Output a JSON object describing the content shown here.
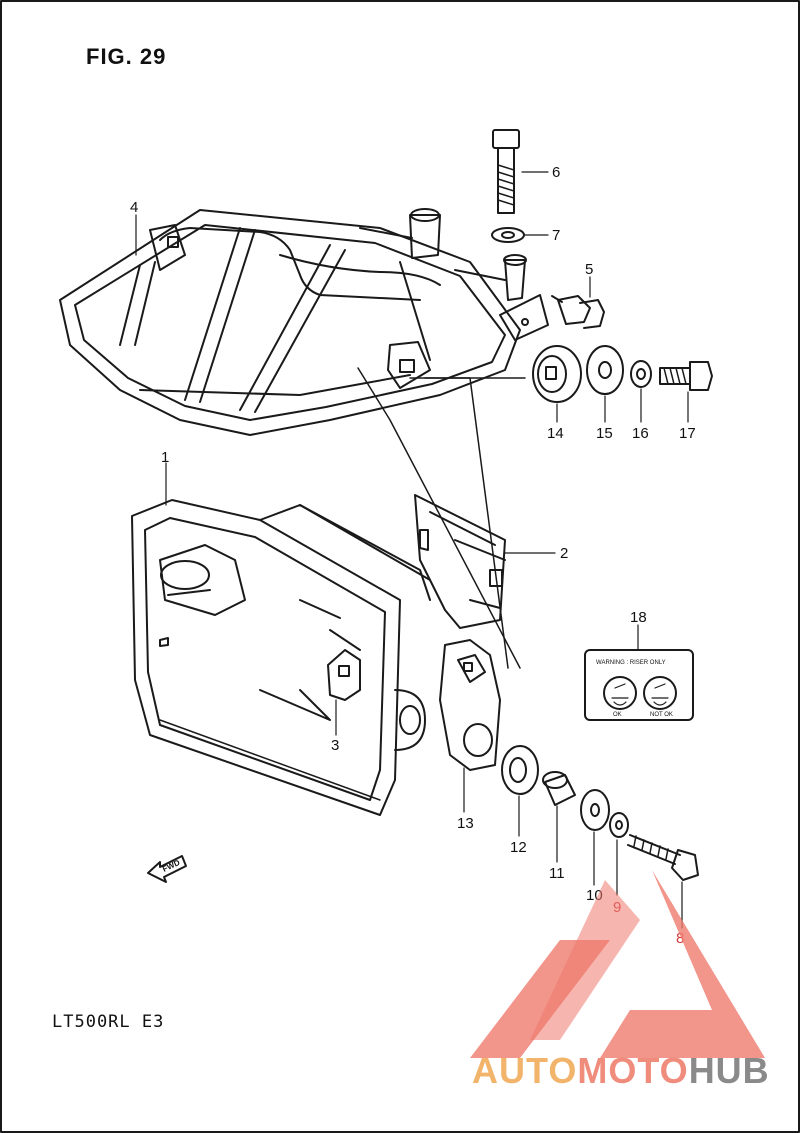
{
  "figure": {
    "title": "FIG. 29",
    "model_code": "LT500RL E3"
  },
  "callouts": [
    {
      "id": "4",
      "label": "4"
    },
    {
      "id": "6",
      "label": "6"
    },
    {
      "id": "7",
      "label": "7"
    },
    {
      "id": "5",
      "label": "5"
    },
    {
      "id": "14",
      "label": "14"
    },
    {
      "id": "15",
      "label": "15"
    },
    {
      "id": "16",
      "label": "16"
    },
    {
      "id": "17",
      "label": "17"
    },
    {
      "id": "1",
      "label": "1"
    },
    {
      "id": "2",
      "label": "2"
    },
    {
      "id": "18",
      "label": "18"
    },
    {
      "id": "3",
      "label": "3"
    },
    {
      "id": "13",
      "label": "13"
    },
    {
      "id": "12",
      "label": "12"
    },
    {
      "id": "11",
      "label": "11"
    },
    {
      "id": "10",
      "label": "10"
    },
    {
      "id": "9",
      "label": "9"
    },
    {
      "id": "8",
      "label": "8"
    }
  ],
  "decal": {
    "heading": "WARNING : RISER ONLY",
    "left_caption": "OK",
    "right_caption": "NOT OK"
  },
  "direction_marker": "FWD",
  "watermark": {
    "part1": "AUTO",
    "part2": "MOTO",
    "part3": "HUB"
  },
  "colors": {
    "line": "#1a1a1a",
    "highlight": "#d23a3a",
    "logo_red": "#ef7a6e",
    "logo_orange": "#f2b46b",
    "logo_gray": "#8a8a8a"
  }
}
